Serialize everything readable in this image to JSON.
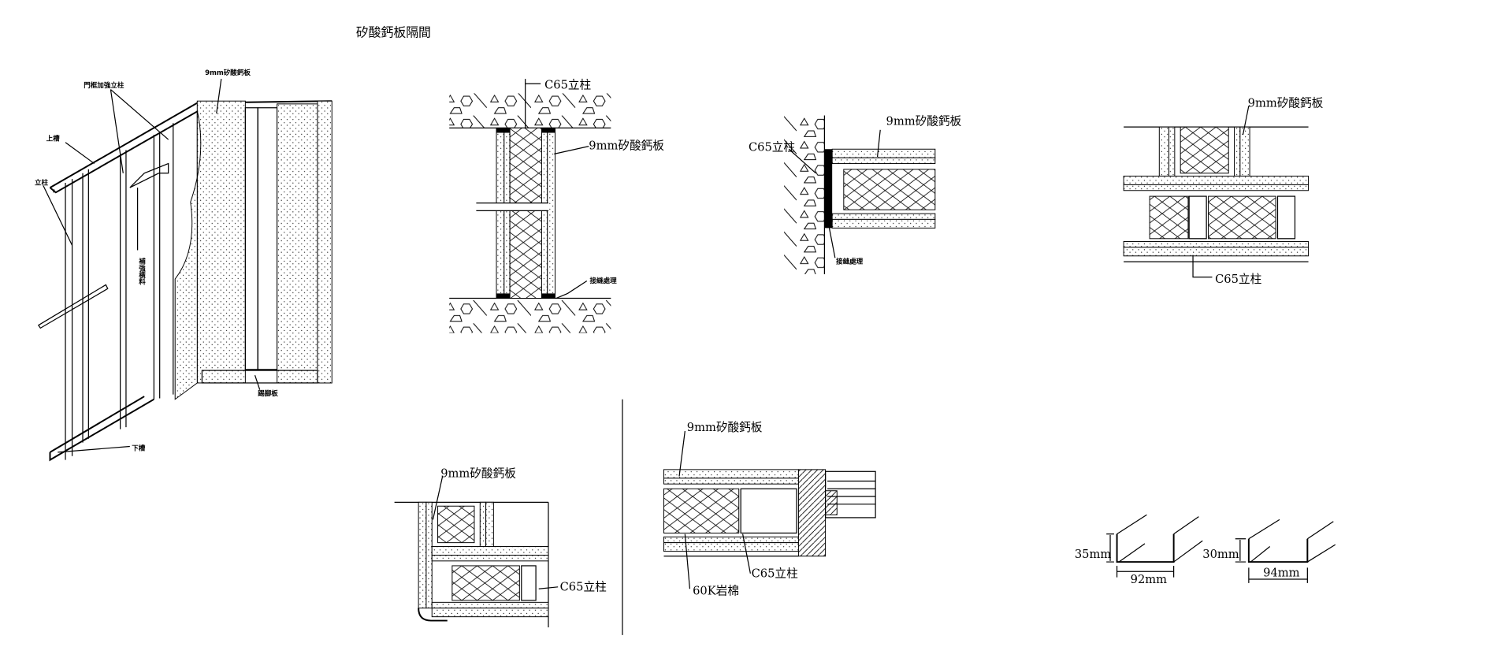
{
  "title": "矽酸鈣板隔間",
  "isometric": {
    "board_label": "9mm矽酸鈣板",
    "door_stud_label": "門框加強立柱",
    "top_track_label": "上槽",
    "stud_label": "立柱",
    "noggin_label": "補強橫料",
    "skirting_label": "踢腳板",
    "bottom_track_label": "下槽"
  },
  "section_wall": {
    "stud_label": "C65立柱",
    "board_label": "9mm矽酸鈣板",
    "joint_label": "接縫處理"
  },
  "section_end": {
    "board_label": "9mm矽酸鈣板",
    "stud_label": "C65立柱",
    "joint_label": "接縫處理"
  },
  "section_tee": {
    "board_label": "9mm矽酸鈣板",
    "stud_label": "C65立柱"
  },
  "section_corner": {
    "board_label": "9mm矽酸鈣板",
    "stud_label": "C65立柱"
  },
  "section_door": {
    "board_label": "9mm矽酸鈣板",
    "stud_label": "C65立柱",
    "wool_label": "60K岩棉"
  },
  "profiles": {
    "stud_height": "35mm",
    "stud_width": "92mm",
    "track_height": "30mm",
    "track_width": "94mm"
  }
}
